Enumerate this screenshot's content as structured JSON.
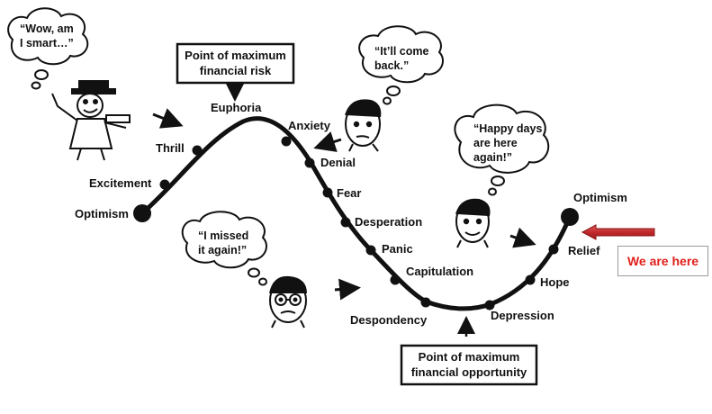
{
  "stages": [
    {
      "label": "Optimism"
    },
    {
      "label": "Excitement"
    },
    {
      "label": "Thrill"
    },
    {
      "label": "Euphoria"
    },
    {
      "label": "Anxiety"
    },
    {
      "label": "Denial"
    },
    {
      "label": "Fear"
    },
    {
      "label": "Desperation"
    },
    {
      "label": "Panic"
    },
    {
      "label": "Capitulation"
    },
    {
      "label": "Despondency"
    },
    {
      "label": "Depression"
    },
    {
      "label": "Hope"
    },
    {
      "label": "Relief"
    },
    {
      "label": "Optimism"
    }
  ],
  "callouts": {
    "risk": {
      "line1": "Point of maximum",
      "line2": "financial risk"
    },
    "opportunity": {
      "line1": "Point of maximum",
      "line2": "financial opportunity"
    }
  },
  "bubbles": [
    {
      "lines": [
        "“Wow, am",
        "I smart…”"
      ]
    },
    {
      "lines": [
        "“It’ll come",
        "back.”"
      ]
    },
    {
      "lines": [
        "“Happy days",
        "are here",
        "again!”"
      ]
    },
    {
      "lines": [
        "“I missed",
        "it again!”"
      ]
    }
  ],
  "marker": {
    "text": "We are here",
    "color": "#e0201b",
    "arrow_color": "#c0292b"
  }
}
